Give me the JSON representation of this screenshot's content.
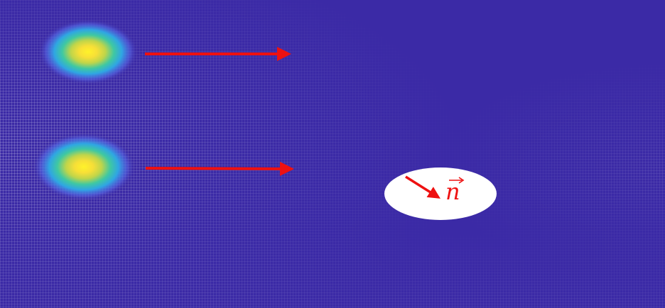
{
  "figure": {
    "background_color": "#3b2aa6",
    "mesh_line_color": "#ffffff",
    "obstacle_fill": "#ffffff",
    "arrow_color": "#ee1111",
    "colormap": [
      "#3b2aa6",
      "#2f6fe0",
      "#27b3d8",
      "#4fd18a",
      "#d8e23a",
      "#fde82a"
    ]
  },
  "normal_label": "n",
  "labels": {
    "normal_vector": "n"
  },
  "pulses": [
    {
      "name": "upper-pulse",
      "intensity": 1.0
    },
    {
      "name": "lower-pulse",
      "intensity": 1.0
    }
  ],
  "arrows": [
    {
      "name": "upper-propagation-arrow",
      "direction": "right"
    },
    {
      "name": "lower-propagation-arrow",
      "direction": "right"
    },
    {
      "name": "normal-vector-arrow",
      "direction": "down-right"
    }
  ]
}
